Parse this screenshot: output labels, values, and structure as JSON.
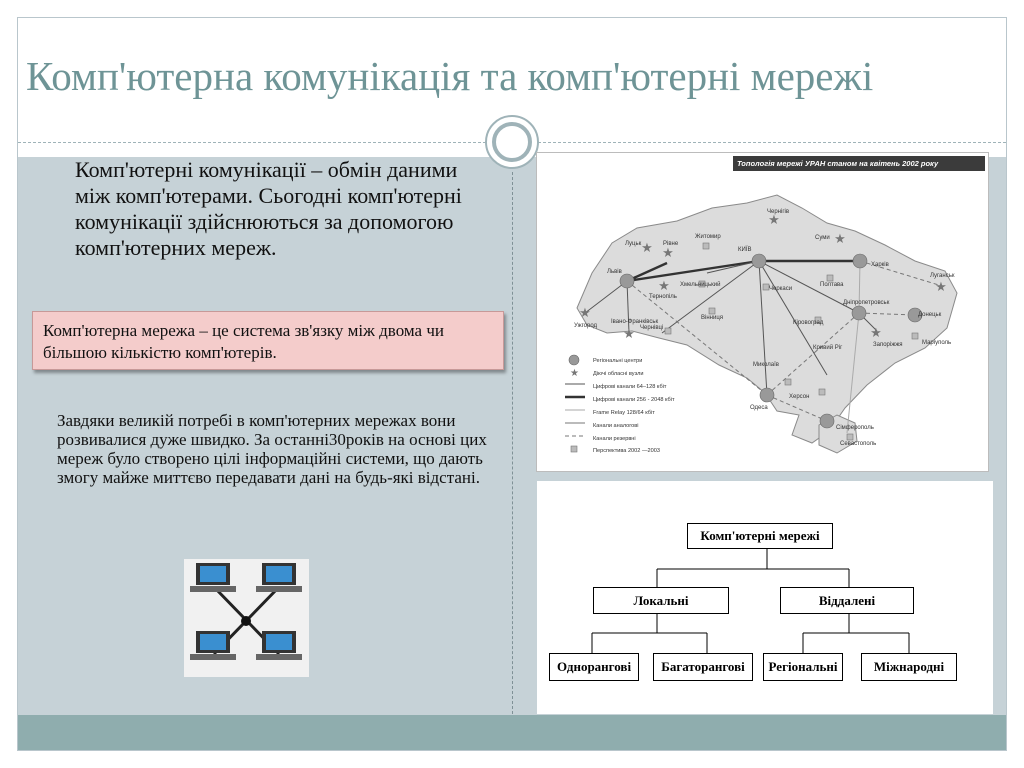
{
  "slide": {
    "title": "Комп'ютерна комунікація та комп'ютерні мережі",
    "paragraph1": "Комп'ютерні комунікації – обмін даними між комп'ютерами. Сьогодні комп'ютерні комунікації здійснюються за допомогою комп'ютерних мереж.",
    "callout": "Комп'ютерна мережа – це система зв'язку між двома чи більшою кількістю комп'ютерів.",
    "paragraph2": "Завдяки великій потребі в комп'ютерних мережах вони розвивалися дуже швидко. За останні30років на основі цих мереж було створено цілі інформаційні системи, що дають змогу майже миттєво передавати дані на будь-які відстані."
  },
  "network_image": {
    "icon": "computer-network-icon"
  },
  "map": {
    "header": "Топологія мережі УРАН станом на квітень 2002 року",
    "cities": {
      "chernihiv": "Чернігів",
      "lutsk": "Луцьк",
      "rivne": "Рівне",
      "zhytomyr": "Житомир",
      "kyiv": "КИЇВ",
      "sumy": "Суми",
      "kharkiv": "Харків",
      "lviv": "Львів",
      "khmelnytskyi": "Хмельницький",
      "ternopil": "Тернопіль",
      "cherkasy": "Черкаси",
      "poltava": "Полтава",
      "luhansk": "Луганськ",
      "uzhhorod": "Ужгород",
      "ivano": "Івано-Франківськ",
      "chernivtsi": "Чернівці",
      "vinnytsia": "Вінниця",
      "kirovohrad": "Кіровоград",
      "dnipro": "Дніпропетровськ",
      "donetsk": "Донецьк",
      "kryvyi": "Кривий Ріг",
      "zaporizhzhia": "Запоріжжя",
      "mariupol": "Маріуполь",
      "mykolaiv": "Миколаїв",
      "kherson": "Херсон",
      "odesa": "Одеса",
      "simferopol": "Сімферополь",
      "sevastopol": "Севастополь"
    },
    "legend": [
      "Регіональні центри",
      "Діючі обласні вузли",
      "Цифрові канали 64–128 кбіт",
      "Цифрові канали 256 - 2048 кбіт",
      "Frame Relay 128/64 кбіт",
      "Канали аналогові",
      "Канали резервні",
      "Перспектива 2002 —2003"
    ]
  },
  "tree": {
    "root": "Комп'ютерні мережі",
    "local": "Локальні",
    "remote": "Віддалені",
    "peer": "Однорангові",
    "multi": "Багаторангові",
    "regional": "Регіональні",
    "international": "Міжнародні"
  },
  "colors": {
    "title": "#6e9496",
    "body": "#c6d2d7",
    "footer": "#8fadae",
    "callout": "#f4cccb"
  }
}
